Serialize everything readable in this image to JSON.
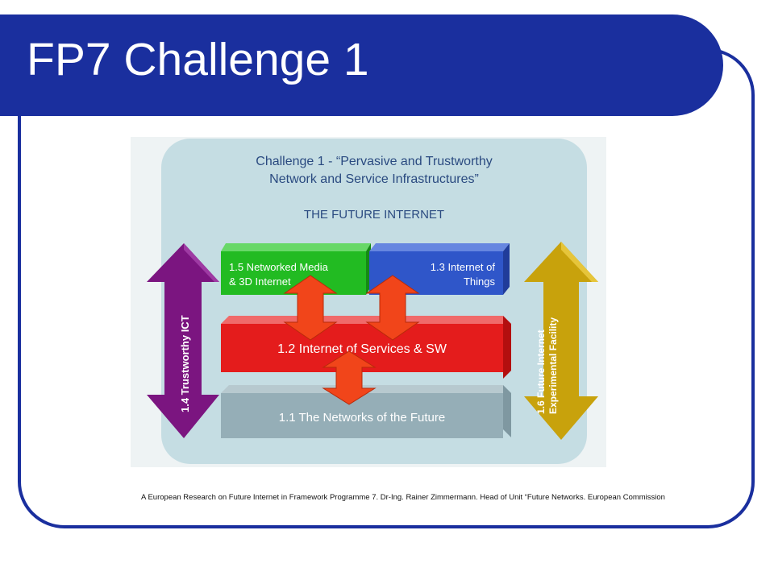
{
  "slide": {
    "title": "FP7 Challenge 1",
    "caption": "A European Research on Future Internet in Framework Programme 7. Dr-Ing. Rainer Zimmermann. Head of Unit “Future Networks. European Commission"
  },
  "diagram": {
    "header_line1": "Challenge 1 - “Pervasive and Trustworthy",
    "header_line2": "Network and Service Infrastructures”",
    "subtitle": "THE FUTURE INTERNET",
    "blocks": {
      "networked_media": {
        "line1": "1.5 Networked Media",
        "line2": "& 3D Internet"
      },
      "internet_of_things": {
        "line1": "1.3 Internet of",
        "line2": "Things"
      },
      "internet_of_services": {
        "label": "1.2 Internet of Services & SW"
      },
      "networks_of_future": {
        "label": "1.1 The Networks of the Future"
      }
    },
    "side_arrows": {
      "trustworthy_ict": {
        "label": "1.4 Trustworthy ICT"
      },
      "experimental_facility": {
        "line1": "1.6 Future Internet",
        "line2": "Experimental Facility"
      }
    }
  },
  "colors": {
    "brand_blue": "#1a2f9e",
    "panel": "#c5dde3",
    "header_text": "#2a4a80",
    "green": "#22bb22",
    "blue_block": "#2f56c9",
    "red_block": "#e41c1c",
    "grey_block": "#95aeb7",
    "purple": "#7b1580",
    "gold": "#c8a20c",
    "orange_arrow": "#f1451a"
  }
}
